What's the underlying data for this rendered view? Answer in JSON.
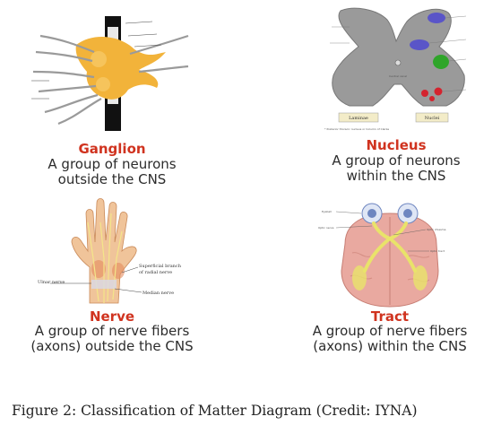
{
  "panels": [
    {
      "term": "Ganglion",
      "desc_line1": "A group of neurons",
      "desc_line2": "outside the CNS"
    },
    {
      "term": "Nucleus",
      "desc_line1": "A group of neurons",
      "desc_line2": "within the CNS"
    },
    {
      "term": "Nerve",
      "desc_line1": "A group of nerve fibers",
      "desc_line2": "(axons) outside the CNS"
    },
    {
      "term": "Tract",
      "desc_line1": "A group of nerve fibers",
      "desc_line2": "(axons) within the CNS"
    }
  ],
  "nucleus_labels": {
    "laminae": "Laminae",
    "nuclei": "Nuclei",
    "central_canal": "Central canal",
    "footnote": "* Posterior thoracic nucleus or Column of Clarke"
  },
  "nerve_labels": {
    "superficial_branch": "Superficial branch",
    "of_radial_nerve": "of radial nerve",
    "ulnar_nerve": "Ulnar nerve",
    "median_nerve": "Median nerve"
  },
  "tract_labels": {
    "eyeball": "Eyeball",
    "optic_nerve": "Optic nerve",
    "optic_chiasma": "Optic chiasma",
    "optic_tract": "Optic tract"
  },
  "caption": "Figure 2: Classification of Matter Diagram (Credit: IYNA)",
  "colors": {
    "term_red": "#d0331f",
    "ganglion_yellow": "#f2b33a",
    "gray_matter": "#9a9a9a",
    "nucleus_blue": "#5a55c8",
    "nucleus_green": "#2fa52a",
    "nucleus_red": "#d4232e",
    "tract_yellow": "#e9e36a",
    "brain_pink": "#e9a9a0"
  },
  "icons": [
    "ganglion-illustration",
    "spinal-cord-cross-section",
    "hand-nerve-illustration",
    "brain-optic-tract-illustration"
  ]
}
